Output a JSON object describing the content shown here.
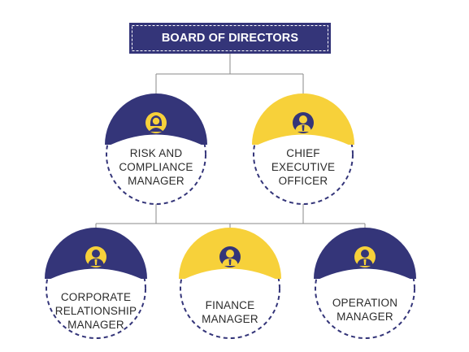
{
  "colors": {
    "navy": "#343579",
    "yellow": "#F7D13A",
    "line": "#8a8a8a",
    "text": "#2b2b2b"
  },
  "header": {
    "title": "BOARD OF DIRECTORS"
  },
  "nodes": [
    {
      "id": "risk",
      "label_lines": [
        "RISK AND",
        "COMPLIANCE",
        "MANAGER"
      ],
      "cap": "navy",
      "icon": "female-person-icon"
    },
    {
      "id": "ceo",
      "label_lines": [
        "CHIEF",
        "EXECUTIVE",
        "OFFICER"
      ],
      "cap": "yellow",
      "icon": "male-person-icon"
    },
    {
      "id": "crm",
      "label_lines": [
        "CORPORATE",
        "RELATIONSHIP",
        "MANAGER"
      ],
      "cap": "navy",
      "icon": "male-person-icon"
    },
    {
      "id": "finance",
      "label_lines": [
        "FINANCE",
        "MANAGER"
      ],
      "cap": "yellow",
      "icon": "male-person-icon"
    },
    {
      "id": "operation",
      "label_lines": [
        "OPERATION",
        "MANAGER"
      ],
      "cap": "navy",
      "icon": "male-person-icon"
    }
  ]
}
